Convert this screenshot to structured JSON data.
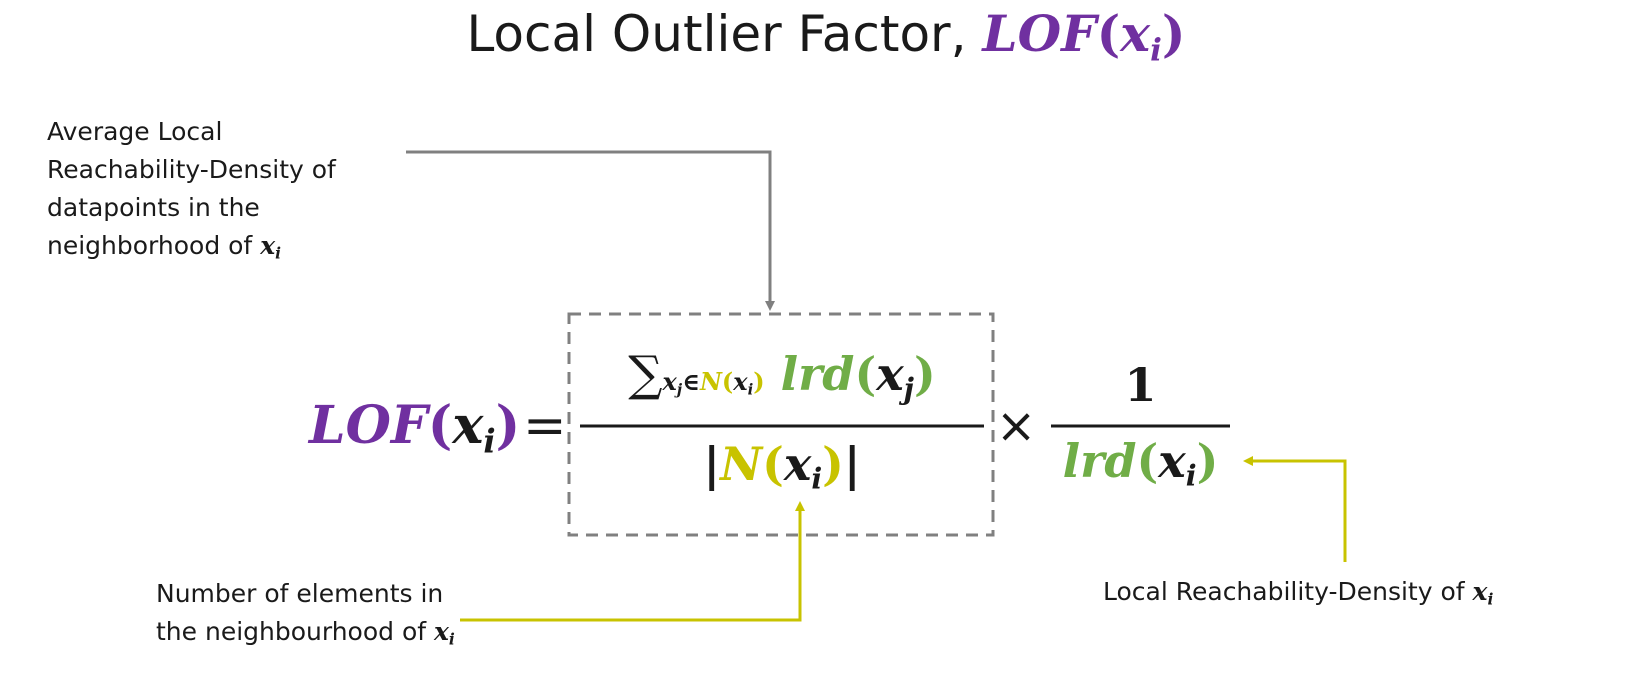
{
  "title": {
    "text": "Local Outlier Factor, ",
    "math_name": "LOF",
    "open": "(",
    "var": "x",
    "sub": "i",
    "close": ")"
  },
  "labels": {
    "top_left": [
      "Average Local",
      "Reachability-Density of",
      "datapoints in the",
      "neighborhood of "
    ],
    "bottom_left": [
      "Number of elements in",
      "the neighbourhood of "
    ],
    "bottom_right": "Local Reachability-Density of ",
    "var": "x",
    "sub": "i"
  },
  "equation": {
    "lhs_name": "LOF",
    "open": "(",
    "close": ")",
    "var": "x",
    "sub_i": "i",
    "sub_j": "j",
    "equals": "=",
    "sum": "∑",
    "member": "∈",
    "N": "N",
    "lrd": "lrd",
    "bar": "|",
    "times": "×",
    "one": "1"
  },
  "colors": {
    "purple": "#7030a0",
    "green": "#70ad47",
    "yellow": "#c8c300",
    "gray_arrow": "#808080"
  }
}
